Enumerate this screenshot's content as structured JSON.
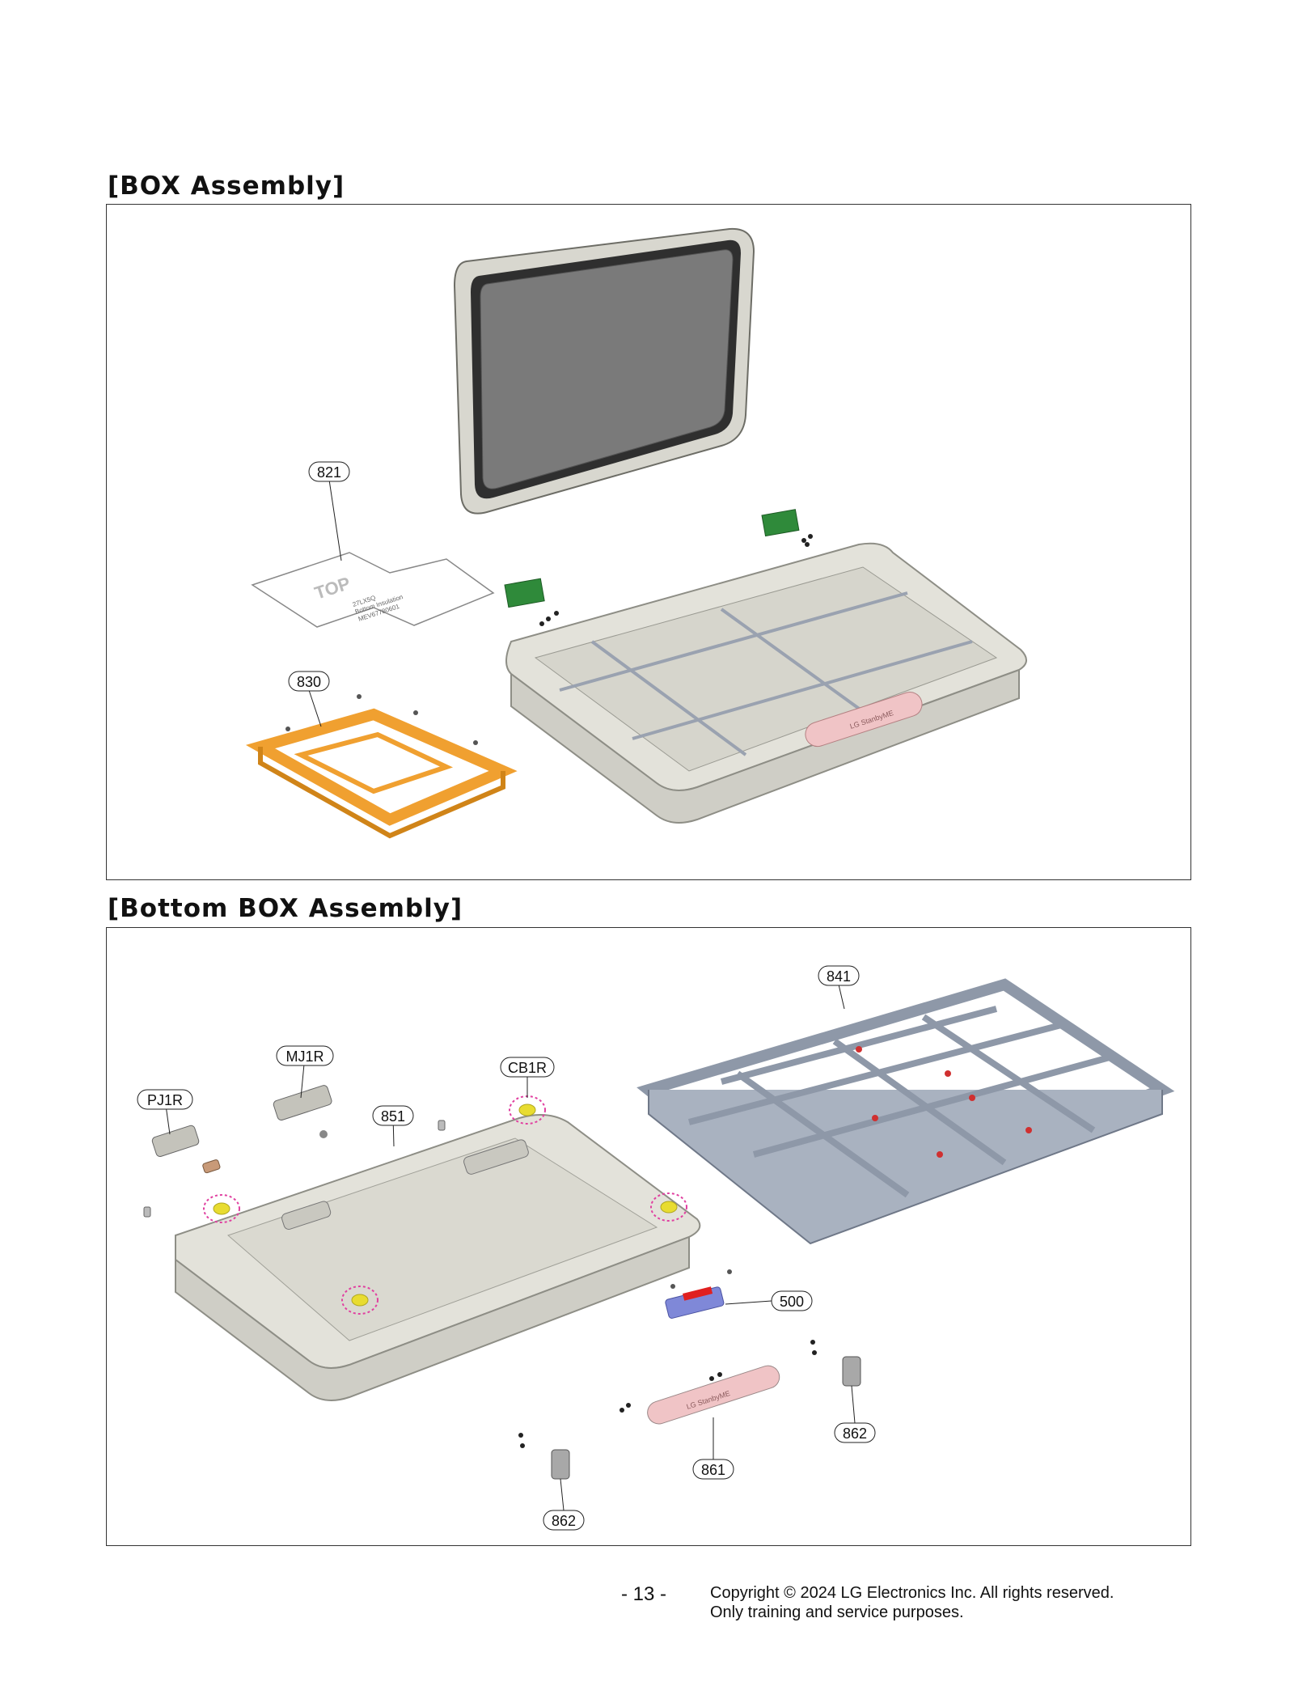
{
  "sections": [
    {
      "title": "[BOX Assembly]"
    },
    {
      "title": "[Bottom BOX Assembly]"
    }
  ],
  "box_assembly": {
    "callouts": {
      "p821": "821",
      "p830": "830"
    },
    "insulation_label": {
      "line1": "TOP",
      "line2": "27LX5Q",
      "line3": "Bottom Insulation",
      "line4": "MEV67780601"
    },
    "badge_text": "LG StanbyME"
  },
  "bottom_box_assembly": {
    "callouts": {
      "p841": "841",
      "pMJ1R": "MJ1R",
      "pCB1R": "CB1R",
      "pPJ1R": "PJ1R",
      "p851": "851",
      "p500": "500",
      "p862a": "862",
      "p861": "861",
      "p862b": "862"
    },
    "badge_text": "LG StanbyME"
  },
  "footer": {
    "page_number": "- 13 -",
    "copyright_line1": "Copyright © 2024 LG Electronics Inc. All rights reserved.",
    "copyright_line2": "Only training and service purposes."
  },
  "colors": {
    "housing": "#e3e2da",
    "housing_edge": "#8e8e86",
    "frame_metal": "#8e98a8",
    "orange_bracket": "#f0a030",
    "screen": "#7a7a7a",
    "pink_badge": "#f0c4c6",
    "pcb_green": "#2f8a3a",
    "yellow_marker": "#e8dc30",
    "pink_dash": "#e040a0",
    "blue_part": "#7f88d8"
  }
}
